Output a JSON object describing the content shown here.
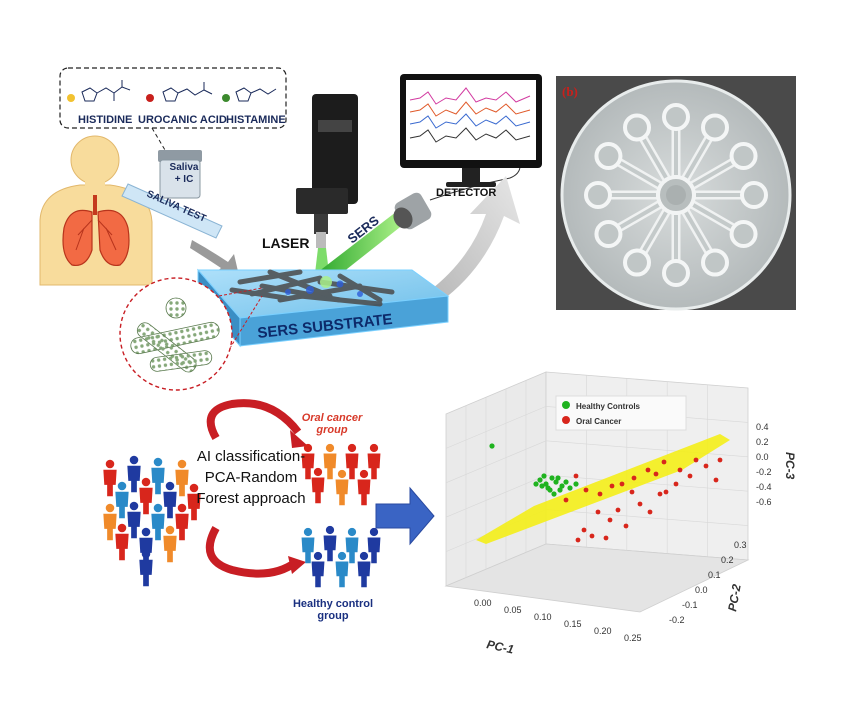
{
  "molecules": {
    "histidine": "HISTIDINE",
    "urocanic_acid": "UROCANIC ACID",
    "histamine": "HISTAMINE"
  },
  "labels": {
    "saliva_ic": "Saliva\n+ IC",
    "saliva_test": "SALIVA TEST",
    "laser": "LASER",
    "sers": "SERS",
    "detector": "DETECTOR",
    "sers_substrate": "SERS SUBSTRATE",
    "panel_b": "(b)"
  },
  "classification": {
    "ai_text": "AI classification-PCA-Random Forest approach",
    "oral_cancer_group": "Oral cancer group",
    "healthy_control_group": "Healthy control group"
  },
  "pca_plot": {
    "legend": [
      "Healthy Controls",
      "Oral Cancer"
    ],
    "pc1_label": "PC-1",
    "pc2_label": "PC-2",
    "pc3_label": "PC-3",
    "pc1_ticks": [
      "0.00",
      "0.05",
      "0.10",
      "0.15",
      "0.20",
      "0.25"
    ],
    "pc2_ticks": [
      "0.3",
      "0.2",
      "0.1",
      "0.0",
      "-0.1",
      "-0.2"
    ],
    "pc3_ticks": [
      "0.4",
      "0.2",
      "0.0",
      "-0.2",
      "-0.4",
      "-0.6"
    ]
  },
  "colors": {
    "healthy": "#1fb31f",
    "cancer": "#d8261c",
    "plane": "#f4ee18",
    "substrate": "#7ec8f0",
    "arrow_blue": "#3a64c4",
    "curve_red": "#c81e24",
    "body": "#f8dc9c"
  }
}
